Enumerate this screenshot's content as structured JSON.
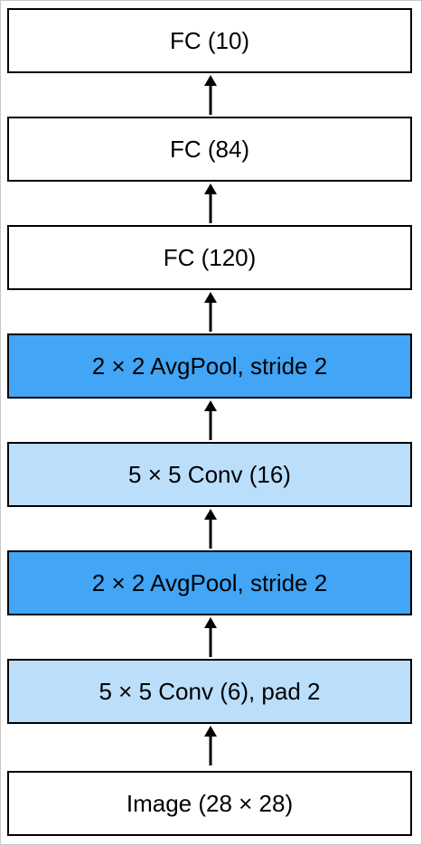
{
  "diagram": {
    "colors": {
      "fc": "#ffffff",
      "conv": "#bbdefb",
      "pool": "#42a5f5",
      "border": "#000000",
      "arrow": "#000000"
    },
    "layers": [
      {
        "label": "FC (10)",
        "kind": "fc"
      },
      {
        "label": "FC (84)",
        "kind": "fc"
      },
      {
        "label": "FC (120)",
        "kind": "fc"
      },
      {
        "label": "2 × 2 AvgPool, stride 2",
        "kind": "pool"
      },
      {
        "label": "5 × 5 Conv (16)",
        "kind": "conv"
      },
      {
        "label": "2 × 2 AvgPool, stride 2",
        "kind": "pool"
      },
      {
        "label": "5 × 5 Conv (6), pad 2",
        "kind": "conv"
      },
      {
        "label": "Image (28 × 28)",
        "kind": "fc"
      }
    ]
  }
}
